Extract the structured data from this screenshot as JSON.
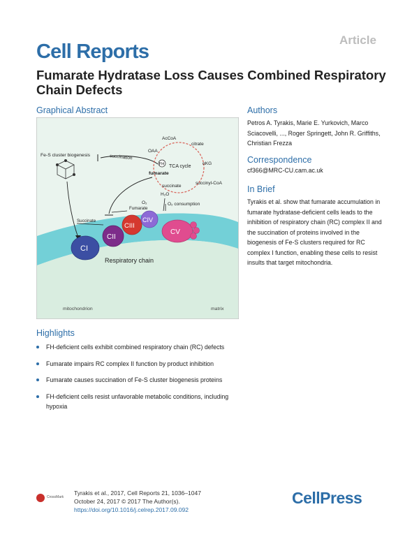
{
  "header": {
    "article_tag": "Article",
    "journal": "Cell Reports",
    "title": "Fumarate Hydratase Loss Causes Combined Respiratory Chain Defects"
  },
  "graphical_abstract": {
    "heading": "Graphical Abstract",
    "labels": {
      "fes": "Fe-S cluster biogenesis",
      "succination": "succination",
      "acoa": "AcCoA",
      "citrate": "citrate",
      "oaa": "OAA",
      "tca": "TCA cycle",
      "akg": "αKG",
      "fh": "FH",
      "fumarate_cycle": "fumarate",
      "succinate_cycle": "succinate",
      "succoa": "succinyl-CoA",
      "h2o": "H₂O",
      "o2": "O₂",
      "o2cons": "O₂ consumption",
      "fumarate": "Fumarate",
      "succinate": "Succinate",
      "ci": "CI",
      "cii": "CII",
      "ciii": "CIII",
      "civ": "CIV",
      "cv": "CV",
      "resp_chain": "Respiratory chain",
      "mitochondrion": "mitochondrion",
      "matrix": "matrix"
    }
  },
  "authors": {
    "heading": "Authors",
    "text": "Petros A. Tyrakis, Marie E. Yurkovich, Marco Sciacovelli, ..., Roger Springett, John R. Griffiths, Christian Frezza"
  },
  "correspondence": {
    "heading": "Correspondence",
    "email": "cf366@MRC-CU.cam.ac.uk"
  },
  "in_brief": {
    "heading": "In Brief",
    "text": "Tyrakis et al. show that fumarate accumulation in fumarate hydratase-deficient cells leads to the inhibition of respiratory chain (RC) complex II and the succination of proteins involved in the biogenesis of Fe-S clusters required for RC complex I function, enabling these cells to resist insults that target mitochondria."
  },
  "highlights": {
    "heading": "Highlights",
    "items": [
      "FH-deficient cells exhibit combined respiratory chain (RC) defects",
      "Fumarate impairs RC complex II function by product inhibition",
      "Fumarate causes succination of Fe-S cluster biogenesis proteins",
      "FH-deficient cells resist unfavorable metabolic conditions, including hypoxia"
    ]
  },
  "footer": {
    "crossmark": "CrossMark",
    "line1": "Tyrakis et al., 2017, Cell Reports 21, 1036–1047",
    "line2": "October 24, 2017 © 2017 The Author(s).",
    "doi": "https://doi.org/10.1016/j.celrep.2017.09.092",
    "publisher": "CellPress"
  },
  "colors": {
    "brand_blue": "#2d6ea8",
    "membrane_cyan": "#5ec9d2",
    "matrix_green": "#d9ede0"
  }
}
